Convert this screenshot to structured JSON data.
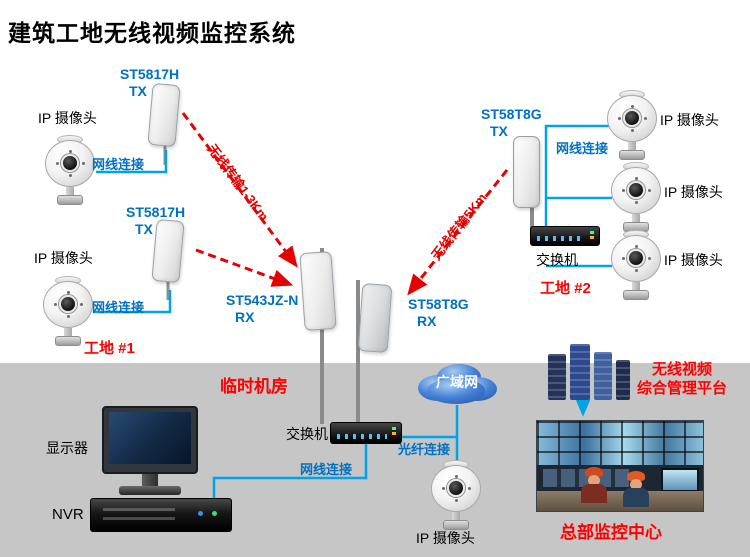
{
  "title": "建筑工地无线视频监控系统",
  "site1": {
    "antennas": [
      {
        "model": "ST5817H",
        "port": "TX"
      },
      {
        "model": "ST5817H",
        "port": "TX"
      }
    ],
    "cameras": [
      "IP 摄像头",
      "IP 摄像头"
    ],
    "cables": [
      "网线连接",
      "网线连接"
    ],
    "label": "工地 #1"
  },
  "receivers": [
    {
      "model": "ST543JZ-N",
      "port": "RX"
    },
    {
      "model": "ST58T8G",
      "port": "RX"
    }
  ],
  "site2": {
    "antenna": {
      "model": "ST58T8G",
      "port": "TX"
    },
    "switch_label": "交换机",
    "cable_label": "网线连接",
    "cameras": [
      "IP 摄像头",
      "IP 摄像头",
      "IP 摄像头"
    ],
    "label": "工地 #2"
  },
  "wireless": {
    "link1": "无线传输1-3Km",
    "link2": "无线传输5Km"
  },
  "room": {
    "label": "临时机房",
    "monitor": "显示器",
    "nvr": "NVR",
    "switch": "交换机",
    "wan": "广域网",
    "fiber": "光纤连接",
    "cable": "网线连接",
    "camera": "IP 摄像头"
  },
  "hq": {
    "platform_line1": "无线视频",
    "platform_line2": "综合管理平台",
    "label": "总部监控中心"
  },
  "colors": {
    "label_blue": "#0070C0",
    "line_blue": "#00A2E8",
    "label_red": "#FF0000",
    "arrow_red": "#E60000",
    "bg_gray": "#C6C6C6"
  }
}
